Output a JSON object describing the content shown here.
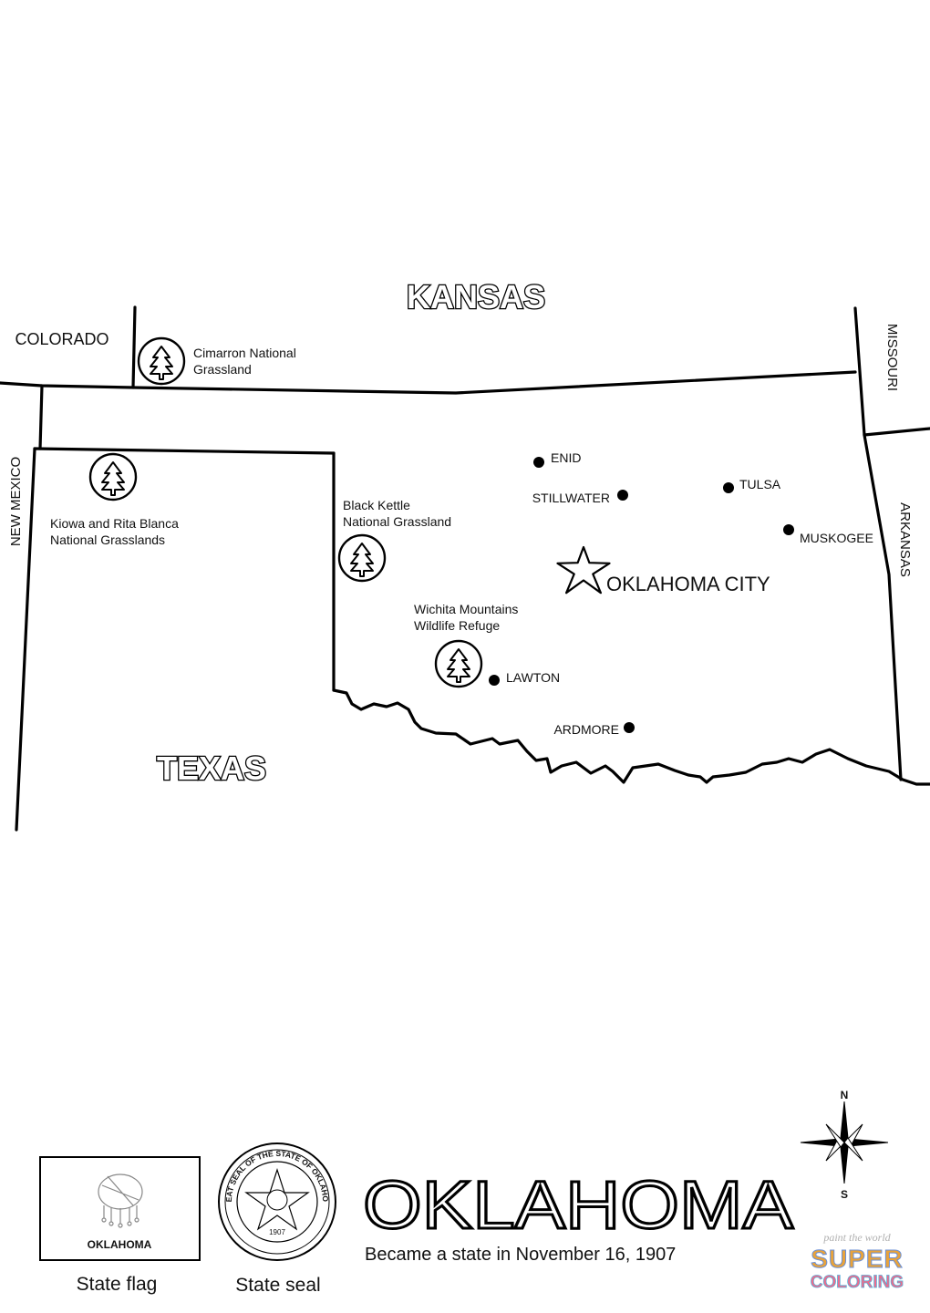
{
  "title": "OKLAHOMA",
  "subtitle": "Became a state in November 16, 1907",
  "neighbors": {
    "north": "KANSAS",
    "south": "TEXAS",
    "northwest": "COLORADO",
    "west": "NEW MEXICO",
    "northeast": "MISSOURI",
    "east": "ARKANSAS"
  },
  "capital": {
    "name": "OKLAHOMA CITY",
    "icon": "star-icon"
  },
  "cities": [
    "ENID",
    "STILLWATER",
    "TULSA",
    "MUSKOGEE",
    "LAWTON",
    "ARDMORE"
  ],
  "parks": [
    {
      "line1": "Cimarron National",
      "line2": "Grassland",
      "icon": "tree-icon"
    },
    {
      "line1": "Kiowa and Rita Blanca",
      "line2": "National Grasslands",
      "icon": "tree-icon"
    },
    {
      "line1": "Black Kettle",
      "line2": "National Grassland",
      "icon": "tree-icon"
    },
    {
      "line1": "Wichita Mountains",
      "line2": "Wildlife Refuge",
      "icon": "tree-icon"
    }
  ],
  "flag": {
    "text": "OKLAHOMA",
    "caption": "State flag"
  },
  "seal": {
    "caption": "State seal",
    "ring_text": "GREAT SEAL OF THE STATE OF OKLAHOMA",
    "year": "1907"
  },
  "compass": {
    "north": "N",
    "south": "S"
  },
  "logo": {
    "line1": "paint the world",
    "line2": "SUPER",
    "line3": "COLORING"
  }
}
